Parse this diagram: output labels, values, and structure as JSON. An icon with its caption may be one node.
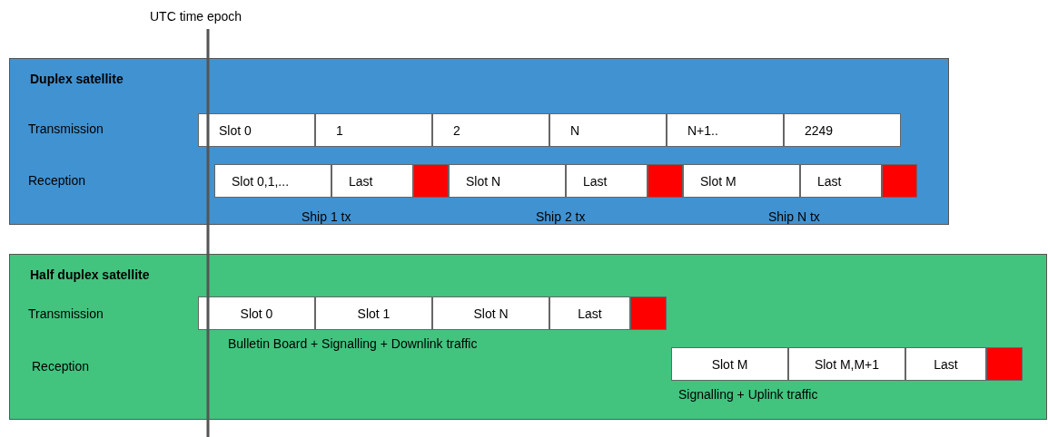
{
  "diagram": {
    "nodes": [
      {
        "text": [
          "Duplex satellite"
        ]
      },
      {
        "text": [
          "Slot 0"
        ],
        "in": 0
      },
      {
        "text": [
          "1"
        ],
        "in": 0
      },
      {
        "text": [
          "2"
        ],
        "in": 0
      },
      {
        "text": [
          "N"
        ],
        "in": 0
      },
      {
        "text": [
          "N+1.."
        ],
        "in": 0
      },
      {
        "text": [
          "2249"
        ],
        "in": 0
      },
      {
        "text": [
          "Slot 0,1,..."
        ],
        "in": 0
      },
      {
        "text": [
          "Last"
        ],
        "in": 0
      },
      {
        "text": [],
        "shape": "box",
        "in": 0
      },
      {
        "text": [
          "Slot N"
        ],
        "in": 0
      },
      {
        "text": [
          "Last"
        ],
        "in": 0
      },
      {
        "text": [],
        "shape": "box",
        "in": 0
      },
      {
        "text": [
          "Slot M"
        ],
        "in": 0
      },
      {
        "text": [
          "Last"
        ],
        "in": 0
      },
      {
        "text": [],
        "shape": "box",
        "in": 0
      },
      {
        "text": [
          "Half duplex satellite"
        ]
      },
      {
        "text": [
          "Slot 0"
        ],
        "in": 16
      },
      {
        "text": [
          "Slot 1"
        ],
        "in": 16
      },
      {
        "text": [
          "Slot N"
        ],
        "in": 16
      },
      {
        "text": [
          "Last"
        ],
        "in": 16
      },
      {
        "text": [],
        "shape": "box",
        "in": 16
      },
      {
        "text": [
          "Slot M"
        ],
        "in": 16
      },
      {
        "text": [
          "Slot M,M+1"
        ],
        "in": 16
      },
      {
        "text": [
          "Last"
        ],
        "in": 16
      },
      {
        "text": [],
        "shape": "box",
        "in": 16
      }
    ],
    "edges": [],
    "labels": [
      "UTC time epoch",
      "Transmission",
      "Reception",
      "Ship 1 tx",
      "Ship 2 tx",
      "Ship N tx",
      "Transmission",
      "Bulletin Board + Signalling + Downlink traffic",
      "Reception",
      "Signalling + Uplink traffic"
    ]
  }
}
